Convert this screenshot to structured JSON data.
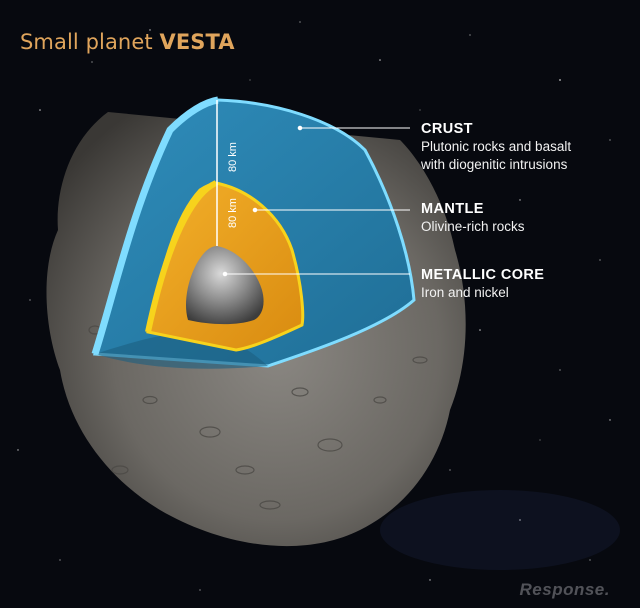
{
  "title": {
    "prefix": "Small planet ",
    "emphasis": "VESTA"
  },
  "layers": [
    {
      "id": "crust",
      "name": "CRUST",
      "lines": [
        "Plutonic rocks and basalt",
        "with diogenitic intrusions"
      ],
      "thickness_label": "80 km",
      "color": "#2a86b5"
    },
    {
      "id": "mantle",
      "name": "MANTLE",
      "lines": [
        "Olivine-rich rocks"
      ],
      "thickness_label": "80 km",
      "color": "#e7a21c"
    },
    {
      "id": "core",
      "name": "METALLIC CORE",
      "lines": [
        "Iron and nickel"
      ],
      "color": "#8d8d8d"
    }
  ],
  "colors": {
    "title": "#e0a55c",
    "crust_rim": "#7fdcff",
    "mantle_rim": "#f7d31c",
    "background": "#07090f"
  },
  "watermark": "Response."
}
